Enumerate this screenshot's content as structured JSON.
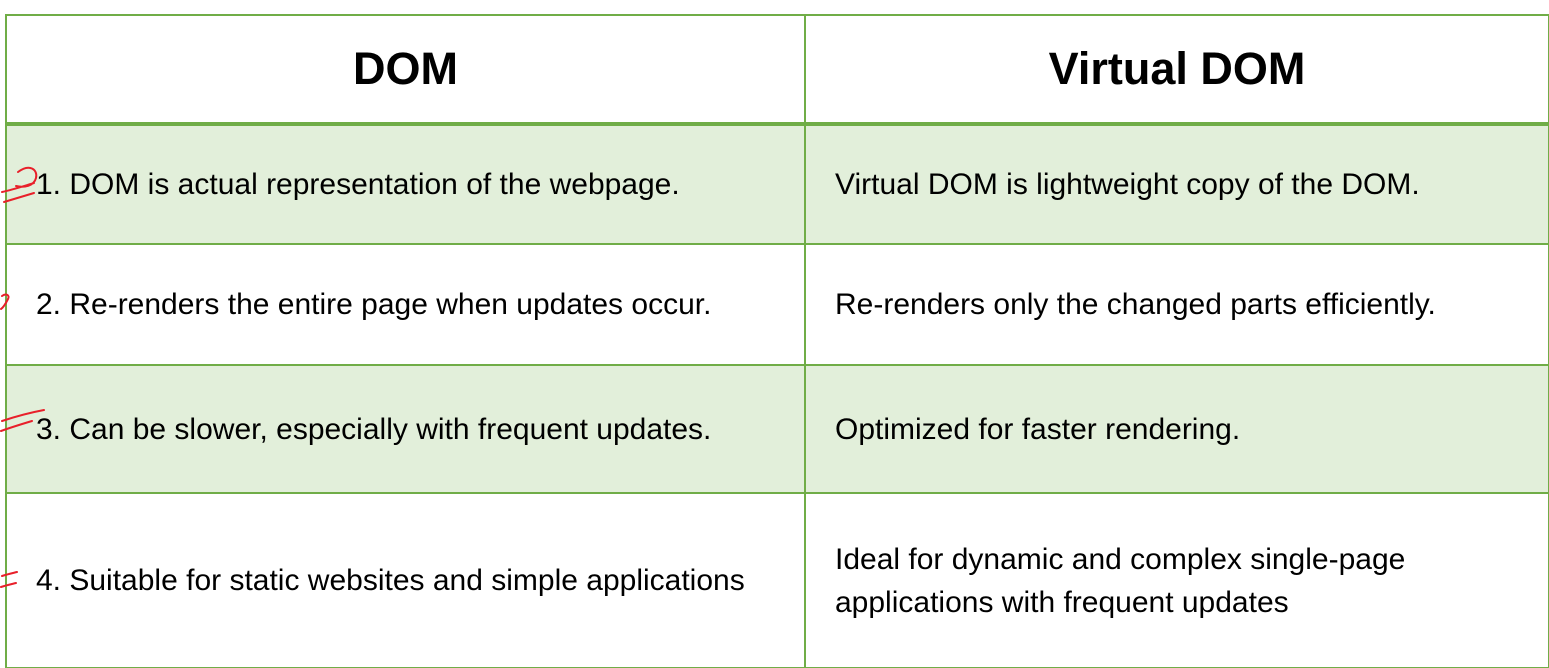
{
  "table": {
    "headers": [
      "DOM",
      "Virtual DOM"
    ],
    "rows": [
      [
        "1. DOM is actual representation of the webpage.",
        "Virtual DOM is lightweight copy of the DOM."
      ],
      [
        "2. Re-renders the entire page when updates occur.",
        "Re-renders only the changed parts efficiently."
      ],
      [
        "3. Can be slower, especially with frequent updates.",
        "Optimized for faster rendering."
      ],
      [
        "4. Suitable for static websites and simple applications",
        "Ideal for dynamic and complex single-page applications with frequent updates"
      ]
    ]
  },
  "colors": {
    "border": "#70ad47",
    "band": "#e2efda",
    "ink": "#e8202a"
  }
}
